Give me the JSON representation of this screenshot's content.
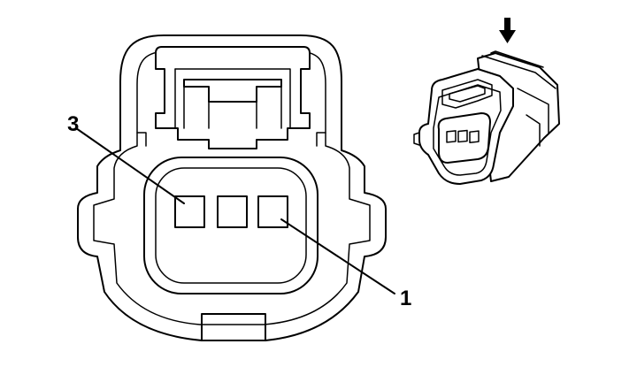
{
  "diagram": {
    "pin_labels": {
      "pin_3": "3",
      "pin_1": "1"
    },
    "pin_count": 3,
    "colors": {
      "line": "#000000",
      "background": "#ffffff"
    },
    "icons": {
      "view_direction": "down-arrow-icon"
    }
  }
}
